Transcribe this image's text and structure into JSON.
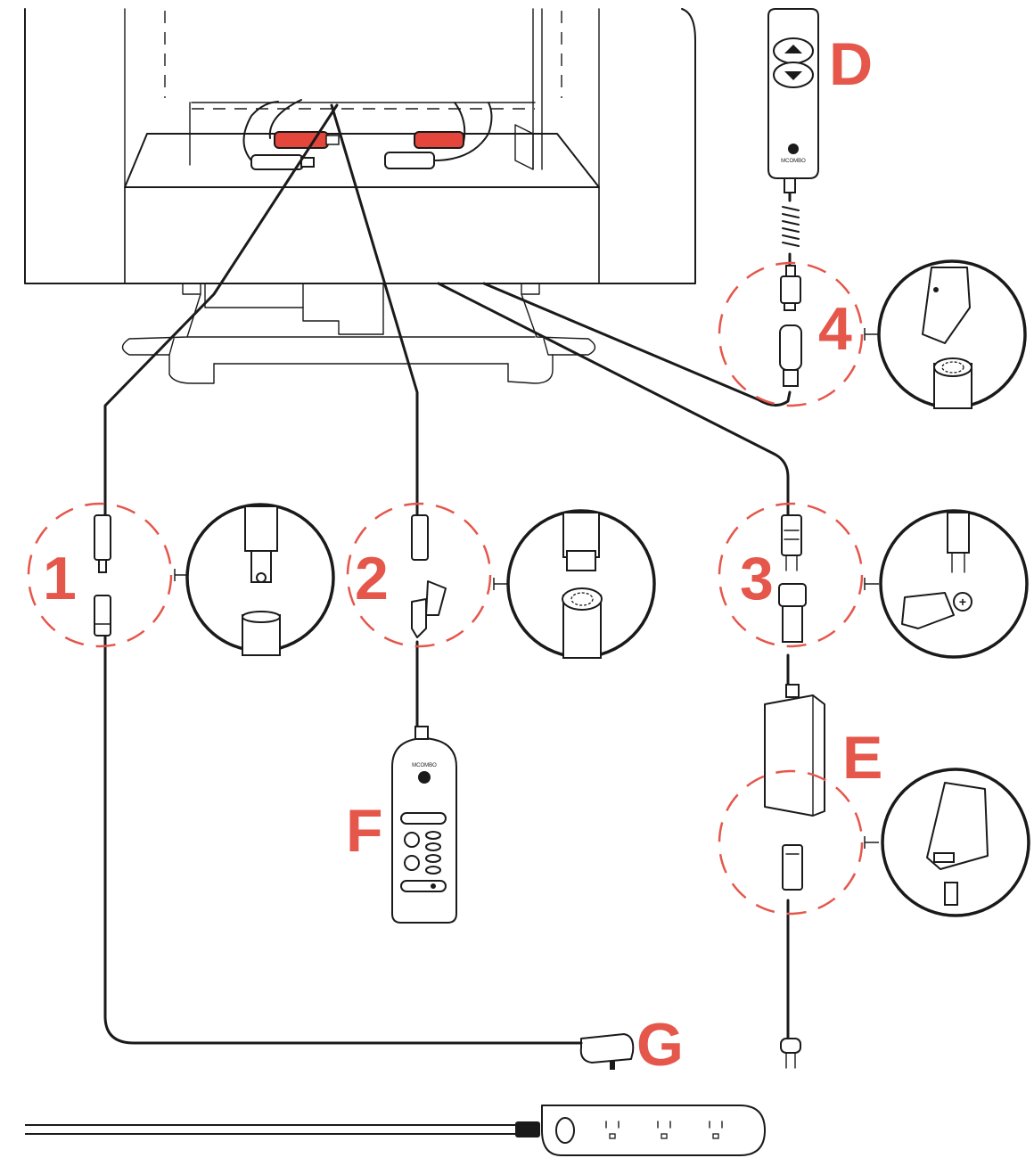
{
  "colors": {
    "accent": "#e5564b",
    "plug_red": "#e5463b",
    "line": "#1a1a1a"
  },
  "labels": {
    "step1": "1",
    "step2": "2",
    "step3": "3",
    "step4": "4",
    "D": "D",
    "E": "E",
    "F": "F",
    "G": "G"
  },
  "brand": {
    "hand_control": "MCOMBO",
    "remote": "MCOMBO"
  }
}
